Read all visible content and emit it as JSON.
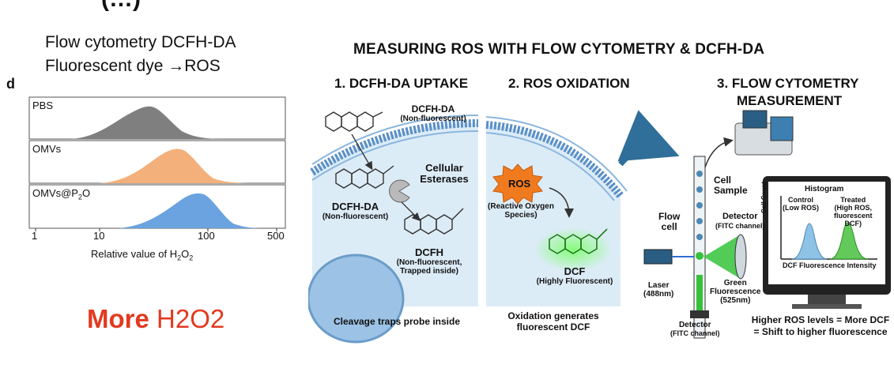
{
  "top_fragment": "(…)",
  "left": {
    "note_line1": "Flow cytometry DCFH-DA",
    "note_line2": "Fluorescent dye →ROS",
    "panel_letter": "d",
    "histograms": [
      {
        "label": "PBS",
        "color": "#7f7f7f"
      },
      {
        "label": "OMVs",
        "color": "#f4b07a"
      },
      {
        "label": "OMVs@P2O",
        "label_main": "OMVs@P",
        "label_sub": "2",
        "label_tail": "O",
        "color": "#6aa3e0"
      }
    ],
    "x_ticks": [
      "1",
      "10",
      "100",
      "500"
    ],
    "x_title_main": "Relative value of H",
    "x_title_sub1": "2",
    "x_title_mid": "O",
    "x_title_sub2": "2",
    "more_bold": "More",
    "more_rest": "H2O2"
  },
  "infographic": {
    "title": "MEASURING ROS WITH FLOW CYTOMETRY & DCFH-DA",
    "step1_title": "1. DCFH-DA UPTAKE",
    "step2_title": "2. ROS OXIDATION",
    "step3_title_line1": "3. FLOW CYTOMETRY",
    "step3_title_line2": "MEASUREMENT",
    "dcfhda_top_name": "DCFH-DA",
    "dcfhda_top_state": "(Non-fluorescent)",
    "esterases_line1": "Cellular",
    "esterases_line2": "Esterases",
    "dcfhda_in_name": "DCFH-DA",
    "dcfhda_in_state": "(Non-fluorescent)",
    "dcfh_name": "DCFH",
    "dcfh_state1": "(Non-fluorescent,",
    "dcfh_state2": "Trapped inside)",
    "ros_badge": "ROS",
    "ros_full1": "(Reactive Oxygen",
    "ros_full2": "Species)",
    "dcf_name": "DCF",
    "dcf_state": "(Highly Fluorescent)",
    "caption1": "Cleavage traps probe inside",
    "caption2_line1": "Oxidation generates",
    "caption2_line2": "fluorescent DCF",
    "cell_sample1": "Cell",
    "cell_sample2": "Sample",
    "flow_cell1": "Flow",
    "flow_cell2": "cell",
    "detector_side1": "Detector",
    "detector_side2": "(FITC channel)",
    "laser1": "Laser",
    "laser2": "(488nm)",
    "green1": "Green",
    "green2": "Fluorescence",
    "green3": "(525nm)",
    "detector_bottom1": "Detector",
    "detector_bottom2": "(FITC channel)",
    "monitor_title": "Histogram",
    "control1": "Control",
    "control2": "(Low ROS)",
    "treated1": "Treated",
    "treated2": "(High ROS,",
    "treated3": "fluorescent",
    "treated4": "DCF)",
    "y_axis": "Cell Count",
    "x_axis": "DCF Fluorescence Intensity",
    "bottom_note1": "Higher ROS levels = More DCF",
    "bottom_note2": "= Shift to higher fluorescence",
    "colors": {
      "membrane": "#5b8fc7",
      "cytoplasm": "#dcecf7",
      "ros": "#f07b1f",
      "green": "#35c23a",
      "control": "#8ec3e6",
      "treated": "#63c95a",
      "arrow": "#2f6f99"
    }
  }
}
